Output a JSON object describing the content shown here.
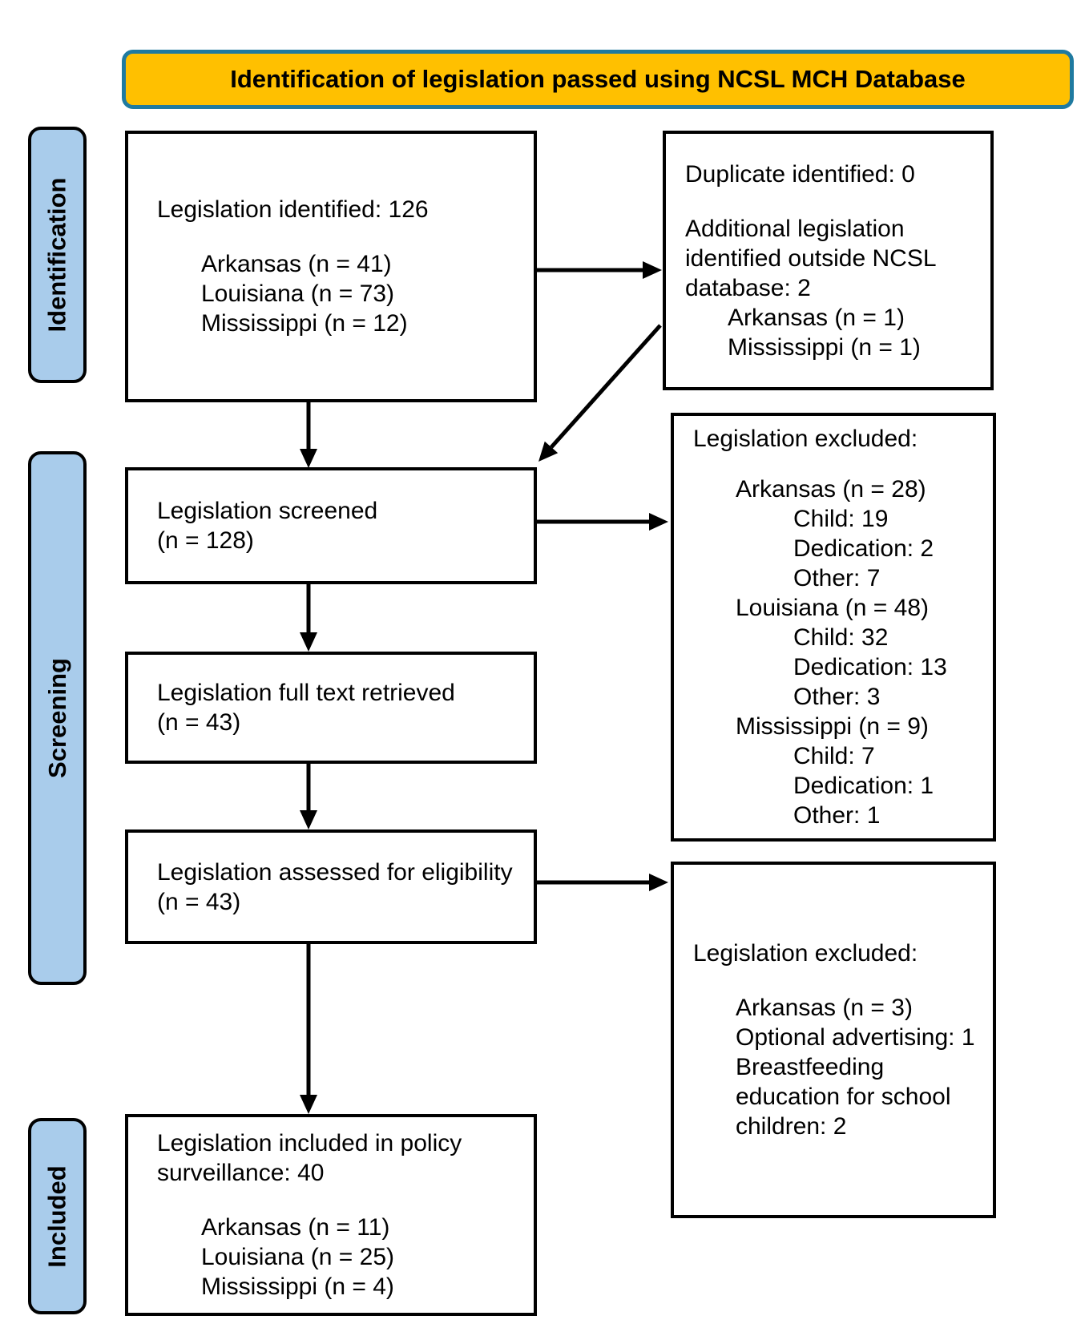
{
  "banner": {
    "title": "Identification of legislation passed using NCSL MCH Database"
  },
  "stages": {
    "identification": "Identification",
    "screening": "Screening",
    "included": "Included"
  },
  "boxes": {
    "identified": {
      "title": "Legislation identified: 126",
      "items": [
        "Arkansas (n = 41)",
        "Louisiana (n = 73)",
        "Mississippi (n = 12)"
      ]
    },
    "duplicates": {
      "line1": "Duplicate identified: 0",
      "line2": "Additional legislation identified outside NCSL database: 2",
      "items": [
        "Arkansas (n = 1)",
        "Mississippi (n = 1)"
      ]
    },
    "screened": {
      "title": "Legislation screened",
      "count": "(n = 128)"
    },
    "excluded_screening": {
      "title": "Legislation excluded:",
      "groups": [
        {
          "state": "Arkansas (n = 28)",
          "reasons": [
            "Child: 19",
            "Dedication: 2",
            "Other: 7"
          ]
        },
        {
          "state": "Louisiana (n = 48)",
          "reasons": [
            "Child: 32",
            "Dedication: 13",
            "Other: 3"
          ]
        },
        {
          "state": "Mississippi (n = 9)",
          "reasons": [
            "Child: 7",
            "Dedication: 1",
            "Other: 1"
          ]
        }
      ]
    },
    "fulltext": {
      "title": "Legislation full text retrieved",
      "count": "(n = 43)"
    },
    "assessed": {
      "title": "Legislation assessed for eligibility",
      "count": "(n = 43)"
    },
    "excluded_eligibility": {
      "title": "Legislation excluded:",
      "items": [
        "Arkansas (n = 3)",
        "Optional advertising: 1",
        "Breastfeeding education for school children: 2"
      ]
    },
    "included": {
      "title": "Legislation included in policy surveillance: 40",
      "items": [
        "Arkansas (n = 11)",
        "Louisiana (n = 25)",
        "Mississippi (n = 4)"
      ]
    }
  },
  "colors": {
    "banner_fill": "#FFC000",
    "banner_border": "#1F7AA0",
    "stage_fill": "#A9CCEB",
    "stage_border": "#000000",
    "box_border": "#000000",
    "arrow_color": "#000000",
    "text_color": "#000000"
  }
}
